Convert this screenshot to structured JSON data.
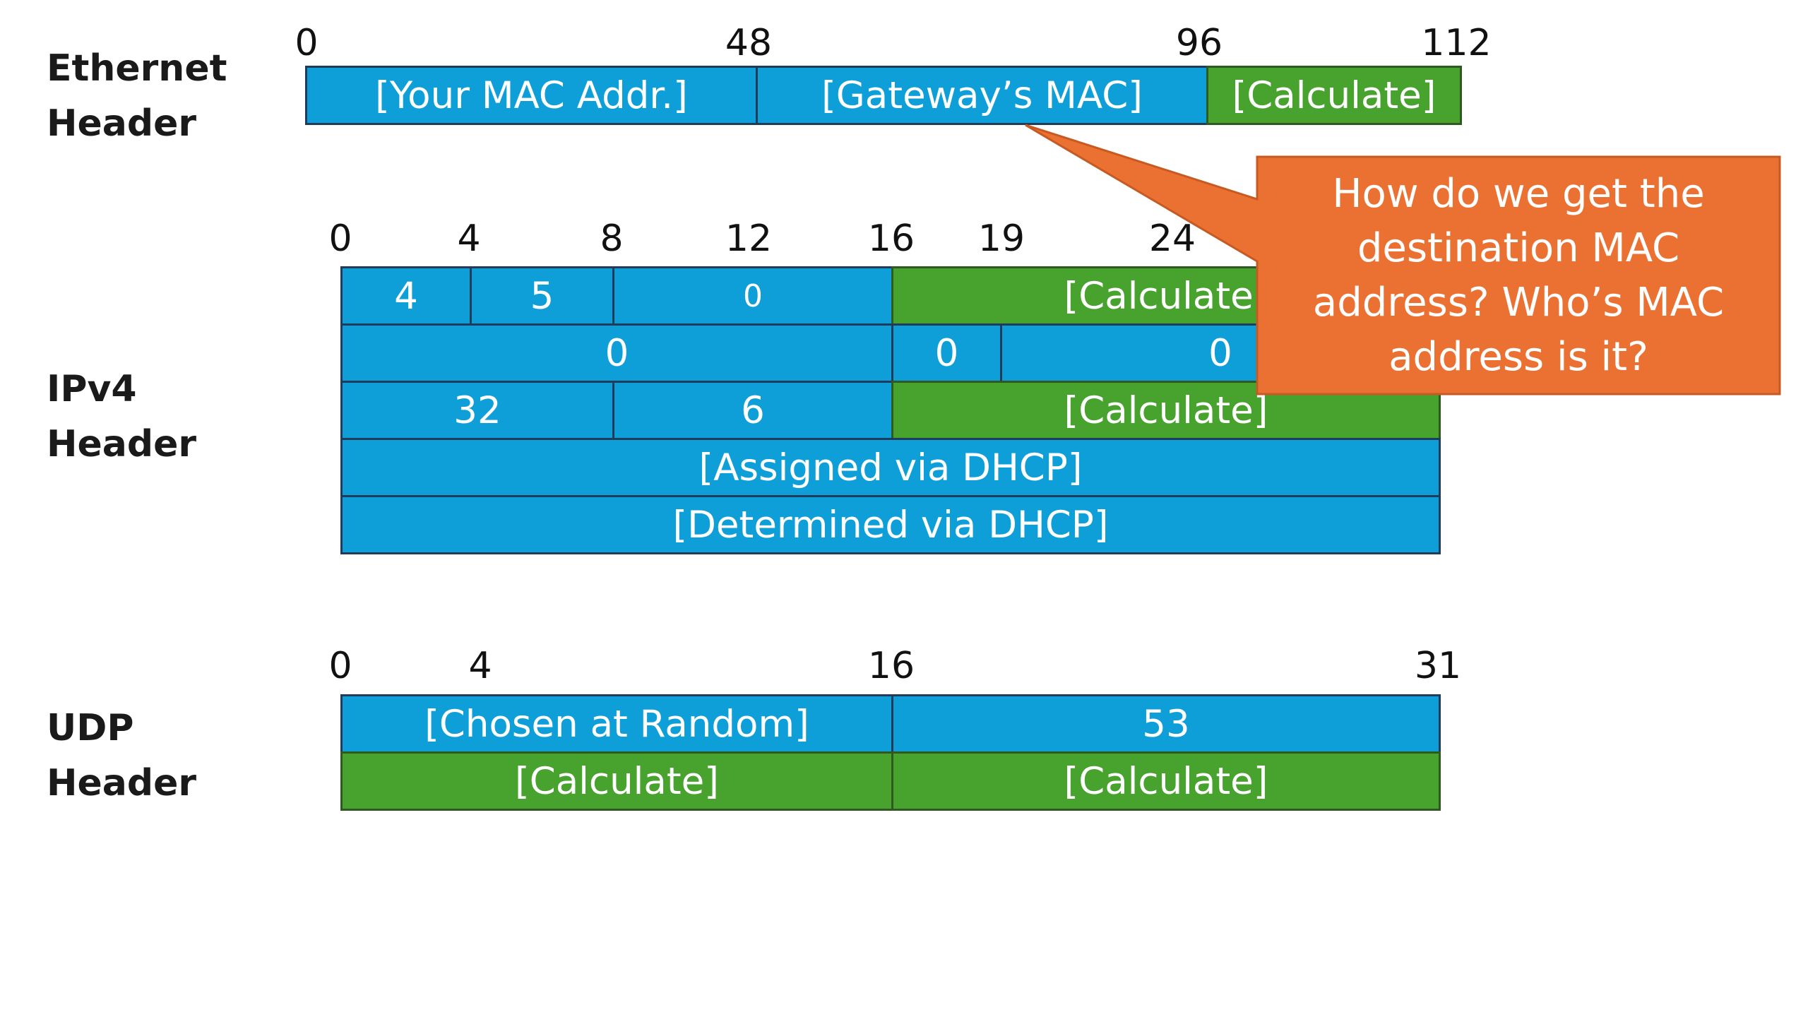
{
  "ethernet": {
    "label": "Ethernet\nHeader",
    "ticks": [
      "0",
      "48",
      "96",
      "112"
    ],
    "fields": [
      "[Your MAC Addr.]",
      "[Gateway’s MAC]",
      "[Calculate]"
    ]
  },
  "ipv4": {
    "label": "IPv4\nHeader",
    "ticks": [
      "0",
      "4",
      "8",
      "12",
      "16",
      "19",
      "24"
    ],
    "rows": [
      [
        "4",
        "5",
        "0",
        "[Calculate]"
      ],
      [
        "0",
        "0",
        "0"
      ],
      [
        "32",
        "6",
        "[Calculate]"
      ],
      [
        "[Assigned via DHCP]"
      ],
      [
        "[Determined via DHCP]"
      ]
    ]
  },
  "udp": {
    "label": "UDP\nHeader",
    "ticks": [
      "0",
      "4",
      "16",
      "31"
    ],
    "rows": [
      [
        "[Chosen at Random]",
        "53"
      ],
      [
        "[Calculate]",
        "[Calculate]"
      ]
    ]
  },
  "callout": {
    "text": "How do we get the\ndestination MAC\naddress? Who’s MAC\naddress is it?",
    "color": "#eb7132",
    "border_color": "#c65a22"
  },
  "colors": {
    "field_blue": "#0f9fd8",
    "field_green": "#48a22e"
  }
}
